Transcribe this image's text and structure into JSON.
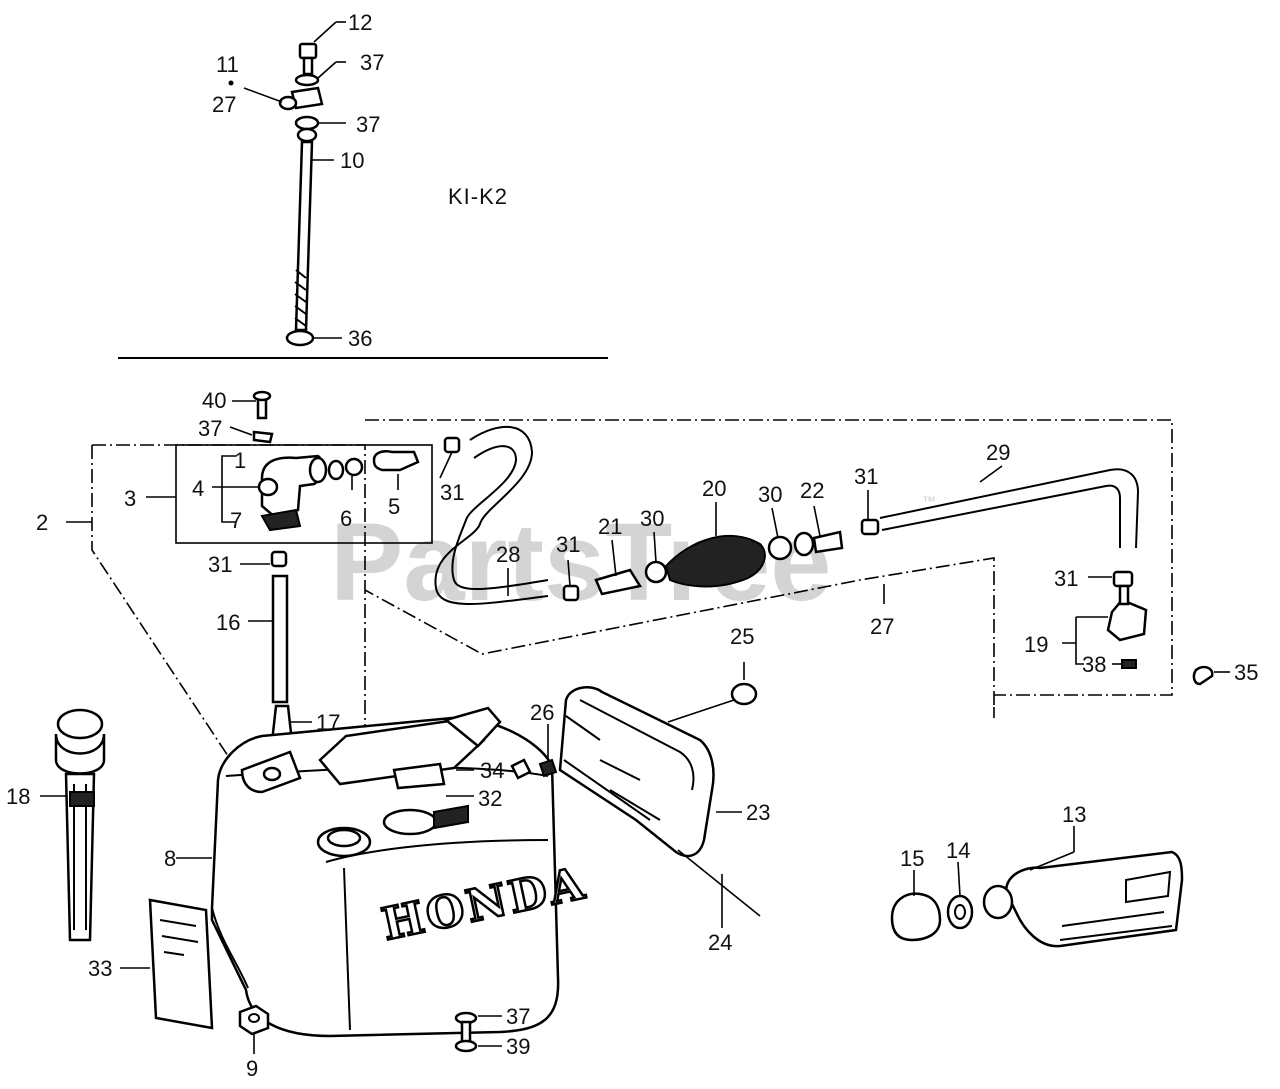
{
  "section_label": "KI-K2",
  "watermark": "PartsTree",
  "watermark_tm": "™",
  "tank_brand": "HONDA",
  "callouts": [
    {
      "id": "c12",
      "text": "12"
    },
    {
      "id": "c11",
      "text": "11"
    },
    {
      "id": "c27a",
      "text": "27"
    },
    {
      "id": "c37a",
      "text": "37"
    },
    {
      "id": "c37b",
      "text": "37"
    },
    {
      "id": "c10",
      "text": "10"
    },
    {
      "id": "c36",
      "text": "36"
    },
    {
      "id": "c40",
      "text": "40"
    },
    {
      "id": "c37c",
      "text": "37"
    },
    {
      "id": "c1",
      "text": "1"
    },
    {
      "id": "c4",
      "text": "4"
    },
    {
      "id": "c3",
      "text": "3"
    },
    {
      "id": "c7",
      "text": "7"
    },
    {
      "id": "c2",
      "text": "2"
    },
    {
      "id": "c6",
      "text": "6"
    },
    {
      "id": "c5",
      "text": "5"
    },
    {
      "id": "c31a",
      "text": "31"
    },
    {
      "id": "c31b",
      "text": "31"
    },
    {
      "id": "c16",
      "text": "16"
    },
    {
      "id": "c17",
      "text": "17"
    },
    {
      "id": "c28",
      "text": "28"
    },
    {
      "id": "c31c",
      "text": "31"
    },
    {
      "id": "c21",
      "text": "21"
    },
    {
      "id": "c30a",
      "text": "30"
    },
    {
      "id": "c20",
      "text": "20"
    },
    {
      "id": "c30b",
      "text": "30"
    },
    {
      "id": "c22",
      "text": "22"
    },
    {
      "id": "c31d",
      "text": "31"
    },
    {
      "id": "c29",
      "text": "29"
    },
    {
      "id": "c27b",
      "text": "27"
    },
    {
      "id": "c31e",
      "text": "31"
    },
    {
      "id": "c19",
      "text": "19"
    },
    {
      "id": "c38",
      "text": "38"
    },
    {
      "id": "c35",
      "text": "35"
    },
    {
      "id": "c25",
      "text": "25"
    },
    {
      "id": "c26",
      "text": "26"
    },
    {
      "id": "c34",
      "text": "34"
    },
    {
      "id": "c32",
      "text": "32"
    },
    {
      "id": "c18",
      "text": "18"
    },
    {
      "id": "c8",
      "text": "8"
    },
    {
      "id": "c23",
      "text": "23"
    },
    {
      "id": "c24",
      "text": "24"
    },
    {
      "id": "c33",
      "text": "33"
    },
    {
      "id": "c9",
      "text": "9"
    },
    {
      "id": "c37d",
      "text": "37"
    },
    {
      "id": "c39",
      "text": "39"
    },
    {
      "id": "c13",
      "text": "13"
    },
    {
      "id": "c15",
      "text": "15"
    },
    {
      "id": "c14",
      "text": "14"
    }
  ]
}
